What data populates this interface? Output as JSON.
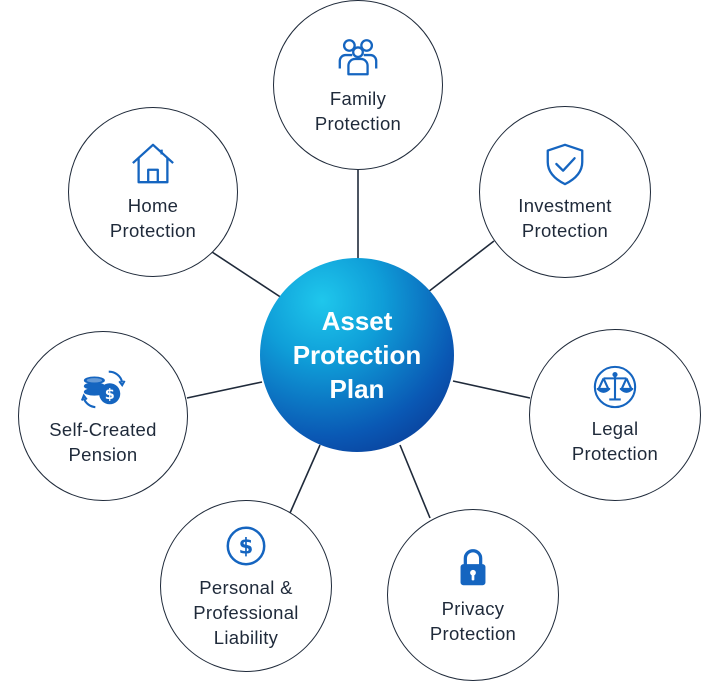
{
  "hub": {
    "title": "Asset\nProtection\nPlan"
  },
  "nodes": [
    {
      "key": "family",
      "label": "Family\nProtection",
      "icon": "family-icon"
    },
    {
      "key": "home",
      "label": "Home\nProtection",
      "icon": "house-icon"
    },
    {
      "key": "investment",
      "label": "Investment\nProtection",
      "icon": "shield-check-icon"
    },
    {
      "key": "pension",
      "label": "Self-Created\nPension",
      "icon": "coins-dollar-icon"
    },
    {
      "key": "legal",
      "label": "Legal\nProtection",
      "icon": "scales-icon"
    },
    {
      "key": "liability",
      "label": "Personal &\nProfessional\nLiability",
      "icon": "dollar-circle-icon"
    },
    {
      "key": "privacy",
      "label": "Privacy\nProtection",
      "icon": "padlock-icon"
    }
  ],
  "colors": {
    "icon": "#1565c0",
    "outline": "#1f2a3a",
    "connector": "#1f2a3a"
  }
}
